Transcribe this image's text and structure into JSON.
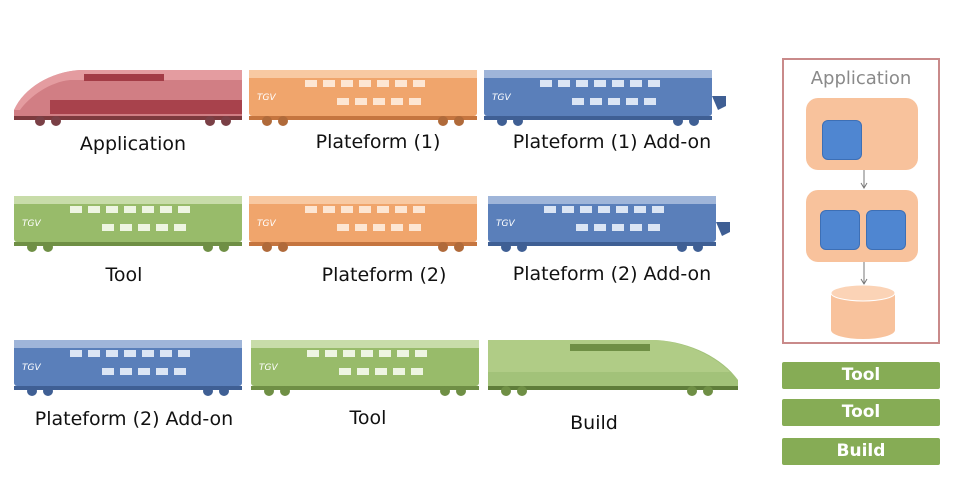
{
  "rows": [
    {
      "labels": [
        "Application",
        "Plateform (1)",
        "Plateform (1) Add-on"
      ]
    },
    {
      "labels": [
        "Tool",
        "Plateform (2)",
        "Plateform (2) Add-on"
      ]
    },
    {
      "labels": [
        "Plateform (2) Add-on",
        "Tool",
        "Build"
      ]
    }
  ],
  "car_badge": "TGV",
  "panel": {
    "title": "Application",
    "stack": [
      "Tool",
      "Tool",
      "Build"
    ]
  },
  "colors": {
    "red": "#c9676e",
    "orange": "#f0a56c",
    "blue": "#5a7fba",
    "green": "#98bb6a",
    "panel_fill": "#f8c29c",
    "module": "#4f86d1",
    "stack_bar": "#86ac55"
  }
}
